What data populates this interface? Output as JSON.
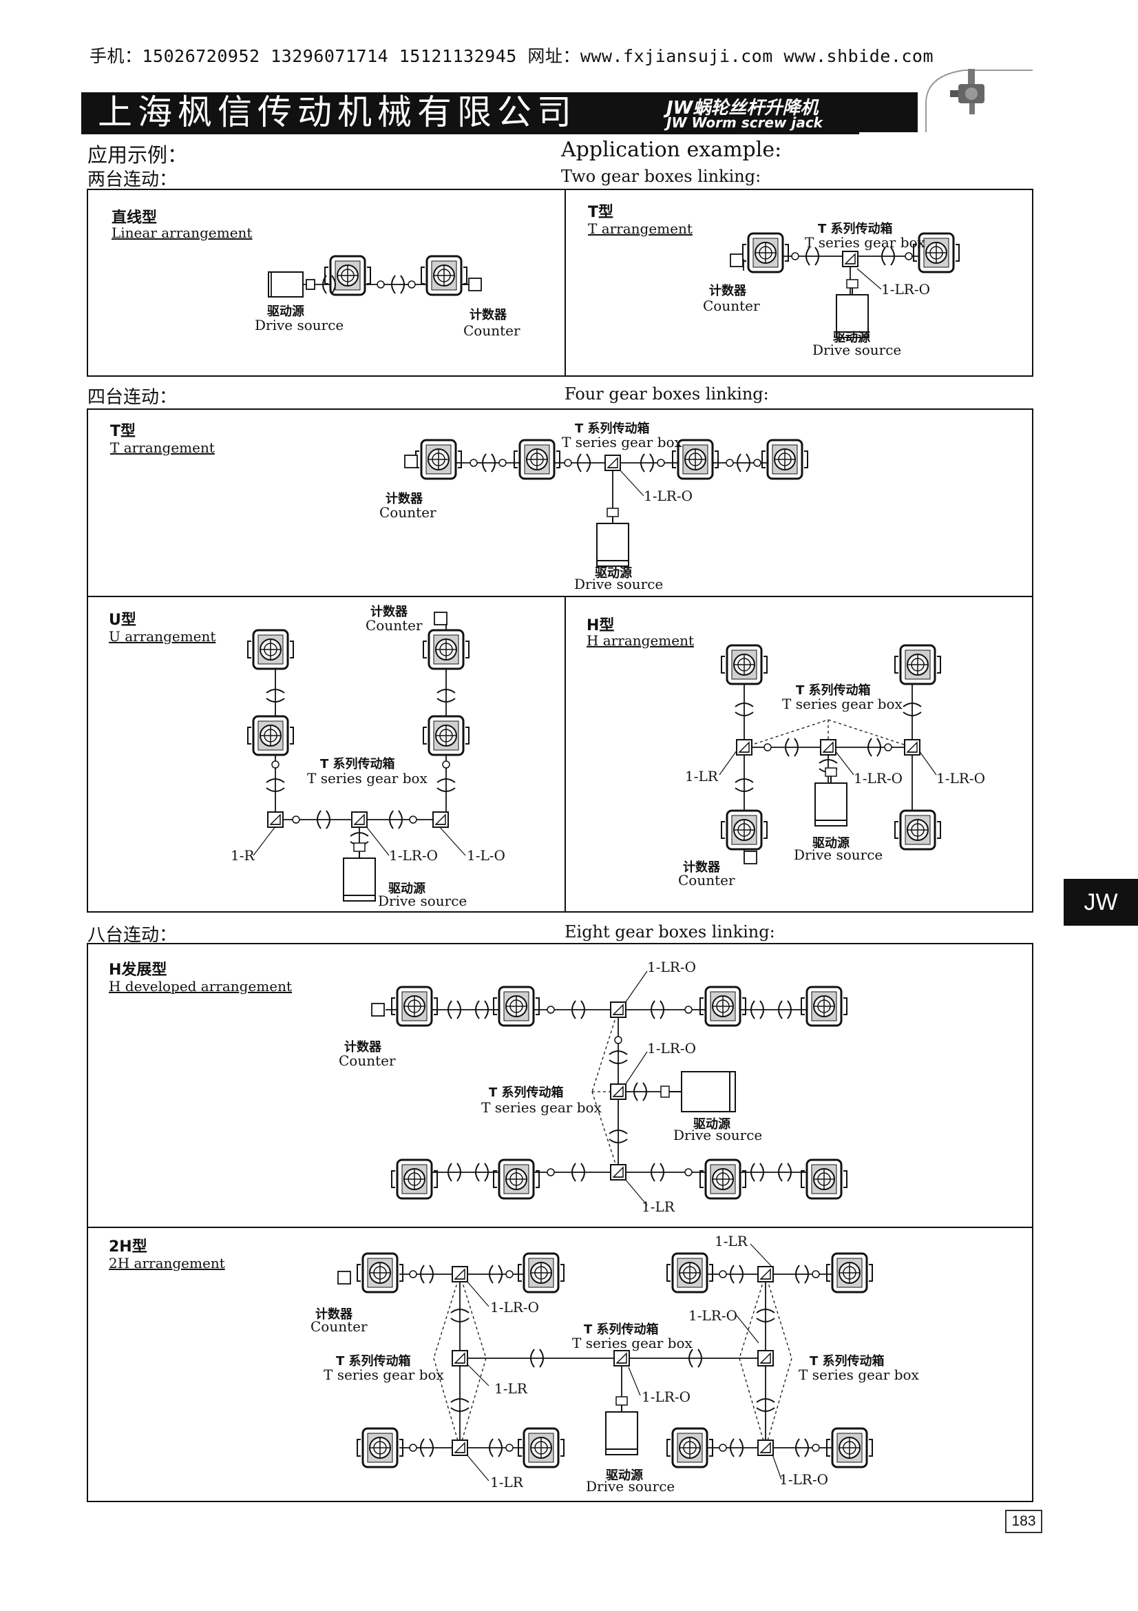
{
  "header": {
    "contact": "手机：15026720952  13296071714  15121132945  网址：www.fxjiansuji.com  www.shbide.com",
    "company": "上海枫信传动机械有限公司",
    "product_cn": "JW蜗轮丝杆升降机",
    "product_en": "JW Worm screw jack"
  },
  "intro": {
    "cn": "应用示例：",
    "en": "Application example:",
    "two_cn": "两台连动：",
    "two_en": "Two gear boxes linking:",
    "four_cn": "四台连动：",
    "four_en": "Four gear boxes linking:",
    "eight_cn": "八台连动：",
    "eight_en": "Eight gear boxes linking:"
  },
  "labels": {
    "drive_cn": "驱动源",
    "drive_en": "Drive source",
    "counter_cn": "计数器",
    "counter_en": "Counter",
    "tbox_cn": "T 系列传动箱",
    "tbox_en": "T series gear box"
  },
  "sections": {
    "linear": {
      "title": "直线型",
      "subtitle": "Linear arrangement"
    },
    "t2": {
      "title": "T型",
      "subtitle": "T arrangement",
      "code": "1-LR-O"
    },
    "t4": {
      "title": "T型",
      "subtitle": "T arrangement",
      "code": "1-LR-O"
    },
    "u": {
      "title": "U型",
      "subtitle": "U  arrangement",
      "code_left": "1-R",
      "code_mid": "1-LR-O",
      "code_right": "1-L-O"
    },
    "h": {
      "title": "H型",
      "subtitle": "H  arrangement",
      "code_left": "1-LR",
      "code_mid": "1-LR-O",
      "code_right": "1-LR-O"
    },
    "hdev": {
      "title": "H发展型",
      "subtitle": "H developed arrangement",
      "code_top": "1-LR-O",
      "code_mid": "1-LR-O",
      "code_bottom": "1-LR"
    },
    "h2": {
      "title": "2H型",
      "subtitle": "2H arrangement",
      "code_tr": "1-LR",
      "code_l1": "1-LR-O",
      "code_r1": "1-LR-O",
      "code_l2": "1-LR",
      "code_c": "1-LR-O",
      "code_bl": "1-LR",
      "code_br": "1-LR-O"
    }
  },
  "side_tab": "JW",
  "page_number": "183"
}
